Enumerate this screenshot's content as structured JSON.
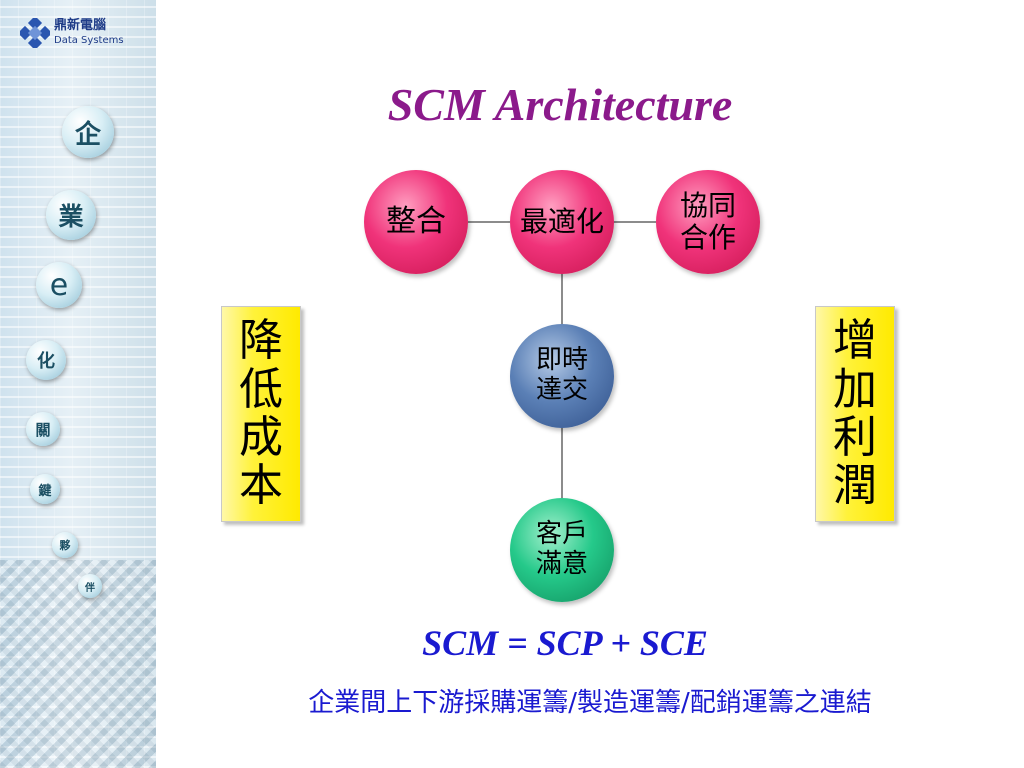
{
  "sidebar": {
    "logo_cn": "鼎新電腦",
    "logo_en": "Data Systems",
    "bubbles": [
      "企",
      "業",
      "e",
      "化",
      "關",
      "鍵",
      "夥",
      "伴"
    ]
  },
  "title": "SCM Architecture",
  "diagram": {
    "nodes": {
      "integrate": "整合",
      "optimize": "最適化",
      "collaborate": "協同\n合作",
      "realtime": "即時\n達交",
      "customer": "客戶\n滿意"
    },
    "left_box": "降低成本",
    "right_box": "增加利潤"
  },
  "formula": "SCM = SCP + SCE",
  "subtitle": "企業間上下游採購運籌/製造運籌/配銷運籌之連結",
  "colors": {
    "title": "#8b1a8b",
    "formula": "#1a1ad0",
    "node_pink": "#f0337a",
    "node_blue": "#5b80b6",
    "node_green": "#25c98a",
    "box_yellow": "#fff23a"
  }
}
